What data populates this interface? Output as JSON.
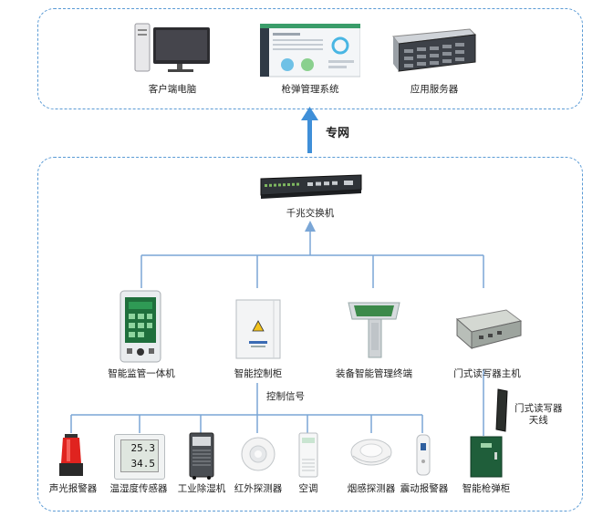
{
  "top_group": {
    "items": [
      {
        "label": "客户端电脑",
        "icon": "desktop-computer-icon"
      },
      {
        "label": "枪弹管理系统",
        "icon": "dashboard-screen-icon"
      },
      {
        "label": "应用服务器",
        "icon": "rack-server-icon"
      }
    ]
  },
  "network": {
    "label": "专网"
  },
  "switch": {
    "label": "千兆交换机",
    "icon": "network-switch-icon"
  },
  "middle": [
    {
      "label": "智能监管一体机",
      "icon": "monitor-terminal-icon"
    },
    {
      "label": "智能控制柜",
      "icon": "control-cabinet-icon"
    },
    {
      "label": "装备智能管理终端",
      "icon": "management-terminal-icon"
    },
    {
      "label": "门式读写器主机",
      "icon": "rfid-reader-host-icon"
    }
  ],
  "control_signal": {
    "label": "控制信号"
  },
  "antenna": {
    "label_line1": "门式读写器",
    "label_line2": "天线",
    "icon": "rfid-antenna-icon"
  },
  "sensors": [
    {
      "label": "声光报警器",
      "icon": "alarm-light-icon"
    },
    {
      "label": "温湿度传感器",
      "icon": "thermo-hygrometer-icon",
      "readout_top": "25.3",
      "readout_bottom": "34.5"
    },
    {
      "label": "工业除湿机",
      "icon": "dehumidifier-icon"
    },
    {
      "label": "红外探测器",
      "icon": "infrared-detector-icon"
    },
    {
      "label": "空调",
      "icon": "air-conditioner-icon"
    },
    {
      "label": "烟感探测器",
      "icon": "smoke-detector-icon"
    },
    {
      "label": "震动报警器",
      "icon": "vibration-alarm-icon"
    },
    {
      "label": "智能枪弹柜",
      "icon": "gun-cabinet-icon"
    }
  ],
  "colors": {
    "line": "#7aa6d6",
    "dashed_border": "#5b9bd5",
    "arrow": "#3f8fd8"
  }
}
